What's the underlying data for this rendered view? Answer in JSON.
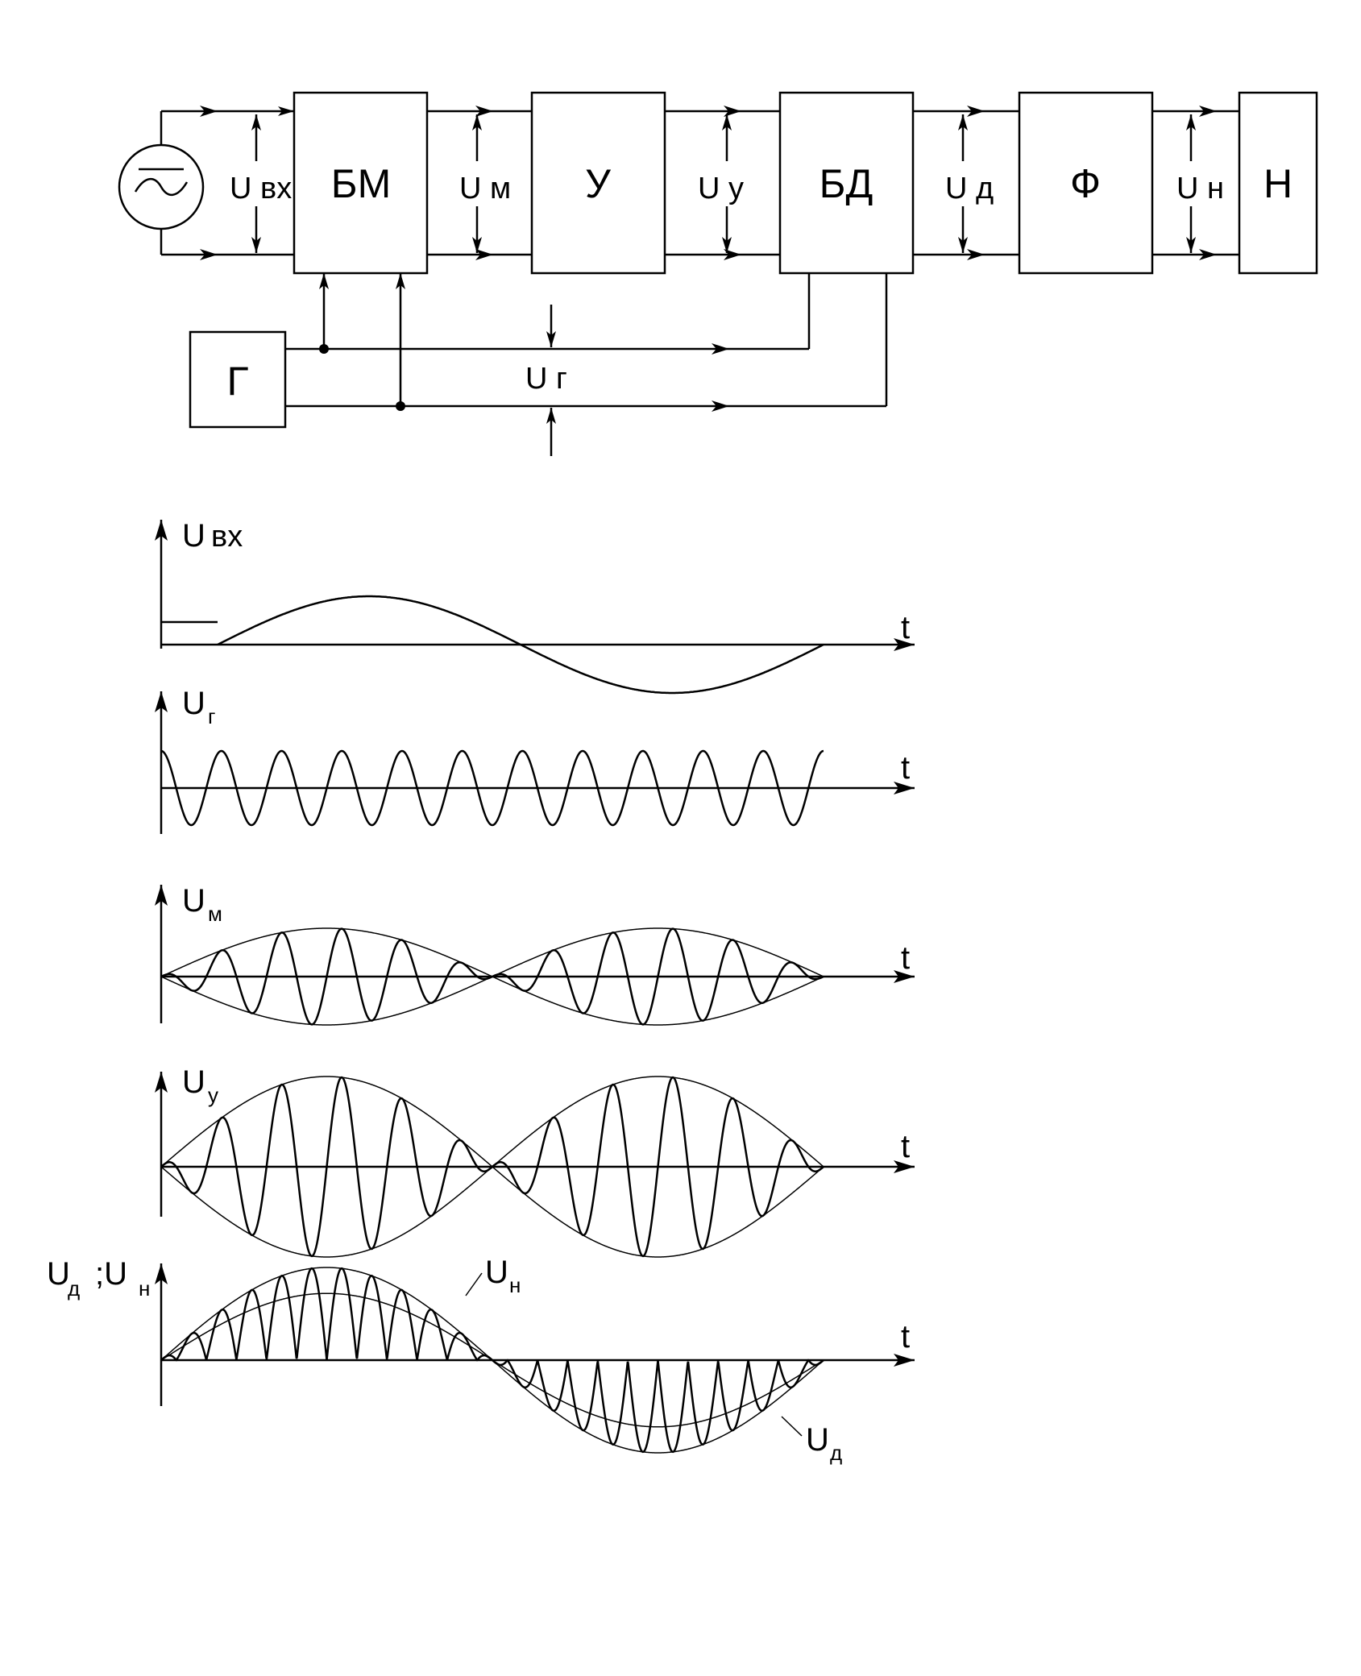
{
  "block_diagram": {
    "blocks": {
      "bm": "БМ",
      "u": "У",
      "bd": "БД",
      "f": "Ф",
      "n": "Н",
      "g": "Г"
    },
    "source_icon": "ac-voltage-source-icon",
    "voltage_labels": {
      "u_vx": "U вх",
      "u_m": "U м",
      "u_y": "U у",
      "u_d": "U д",
      "u_n": "U н",
      "u_g": "U г"
    }
  },
  "timing_diagrams": {
    "time_axis_label": "t",
    "plots": [
      {
        "id": "input",
        "y_label": "U",
        "y_sub": "вх",
        "y_sub_inline": true
      },
      {
        "id": "generator",
        "y_label": "U",
        "y_sub": "г",
        "y_sub_inline": false
      },
      {
        "id": "modulated",
        "y_label": "U",
        "y_sub": "м",
        "y_sub_inline": false
      },
      {
        "id": "amplified",
        "y_label": "U",
        "y_sub": "у",
        "y_sub_inline": false
      },
      {
        "id": "detected",
        "y_label": "U",
        "y_sub": "д",
        "y_label2": ";U",
        "y_sub2": "н",
        "annotation_un": "U",
        "annotation_un_sub": "н",
        "annotation_ud": "U",
        "annotation_ud_sub": "д"
      }
    ]
  },
  "chart_data": {
    "type": "line",
    "x_range": [
      0,
      1
    ],
    "carrier_cycles": 11,
    "series": [
      {
        "plot": "input",
        "signal": "sine-modulating",
        "cycles": 1,
        "dc_segment_before_start": 0.08
      },
      {
        "plot": "generator",
        "signal": "carrier"
      },
      {
        "plot": "modulated",
        "signal": "balanced-modulation",
        "envelope": "abs-sine"
      },
      {
        "plot": "amplified",
        "signal": "balanced-modulation-amplified",
        "envelope": "abs-sine"
      },
      {
        "plot": "detected",
        "signal": "phase-detected",
        "envelope": "sine"
      }
    ]
  }
}
